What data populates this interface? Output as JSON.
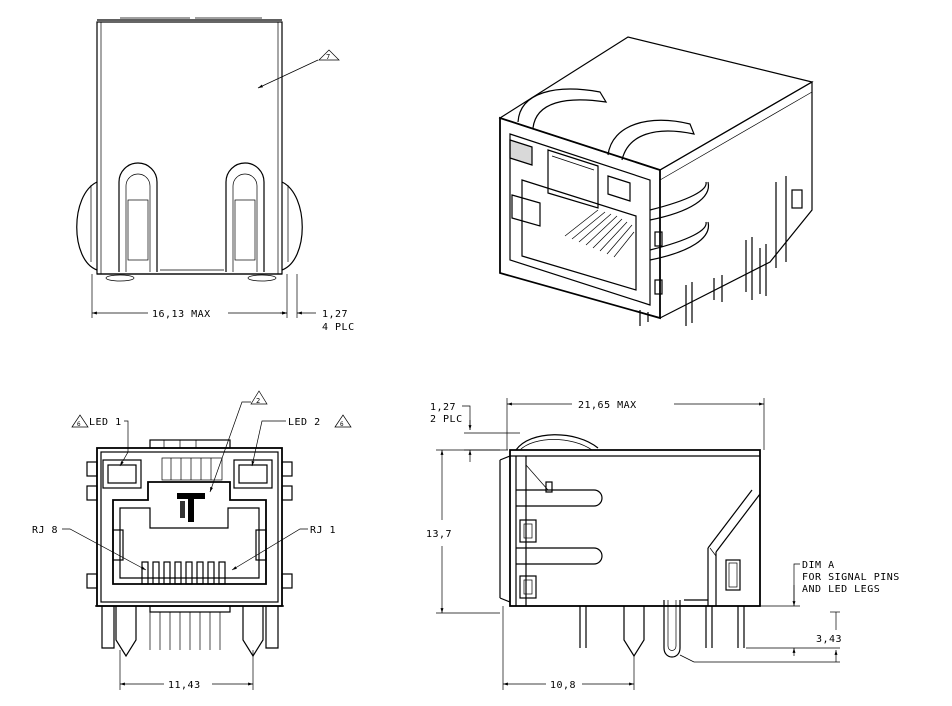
{
  "top_view": {
    "note_marker": "7",
    "dim_width": "16,13 MAX",
    "dim_pin": "1,27",
    "dim_pin_qty": "4 PLC"
  },
  "front_view": {
    "led1_marker": "6",
    "led1_label": "LED 1",
    "led2_label": "LED 2",
    "led2_marker": "6",
    "note2_marker": "2",
    "rj8_label": "RJ 8",
    "rj1_label": "RJ 1",
    "dim_pin_span": "11,43"
  },
  "side_view": {
    "dim_top": "1,27",
    "dim_top_qty": "2 PLC",
    "dim_length": "21,65 MAX",
    "dim_height": "13,7",
    "dim_a_line1": "DIM A",
    "dim_a_line2": "FOR SIGNAL PINS",
    "dim_a_line3": "AND LED LEGS",
    "dim_pin_len": "3,43",
    "dim_pin_offset": "10,8"
  }
}
